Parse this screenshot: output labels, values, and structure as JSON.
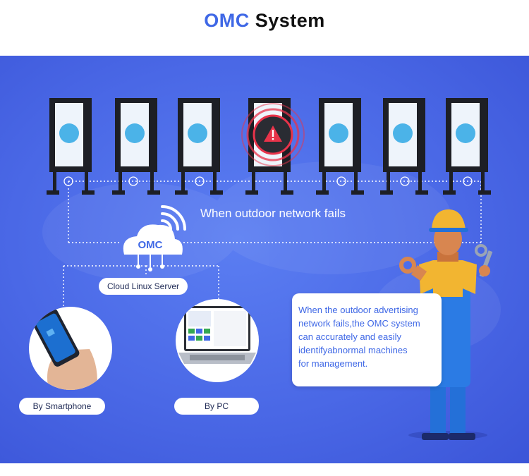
{
  "header": {
    "title_accent": "OMC",
    "title_rest": "System"
  },
  "diagram": {
    "failure_label": "When outdoor network fails",
    "cloud_text": "OMC",
    "server_label": "Cloud Linux Server",
    "smartphone_label": "By Smartphone",
    "pc_label": "By PC",
    "callout_lines": [
      "When the outdoor advertising",
      "network fails,the OMC system",
      "can accurately and easily",
      "identifyabnormal machines",
      "for management."
    ]
  },
  "colors": {
    "accent": "#3f68e6",
    "panel": "#4a68e6",
    "alarm": "#e8334a"
  },
  "icons": [
    "wifi-icon",
    "warning-icon",
    "wrench-icon"
  ]
}
